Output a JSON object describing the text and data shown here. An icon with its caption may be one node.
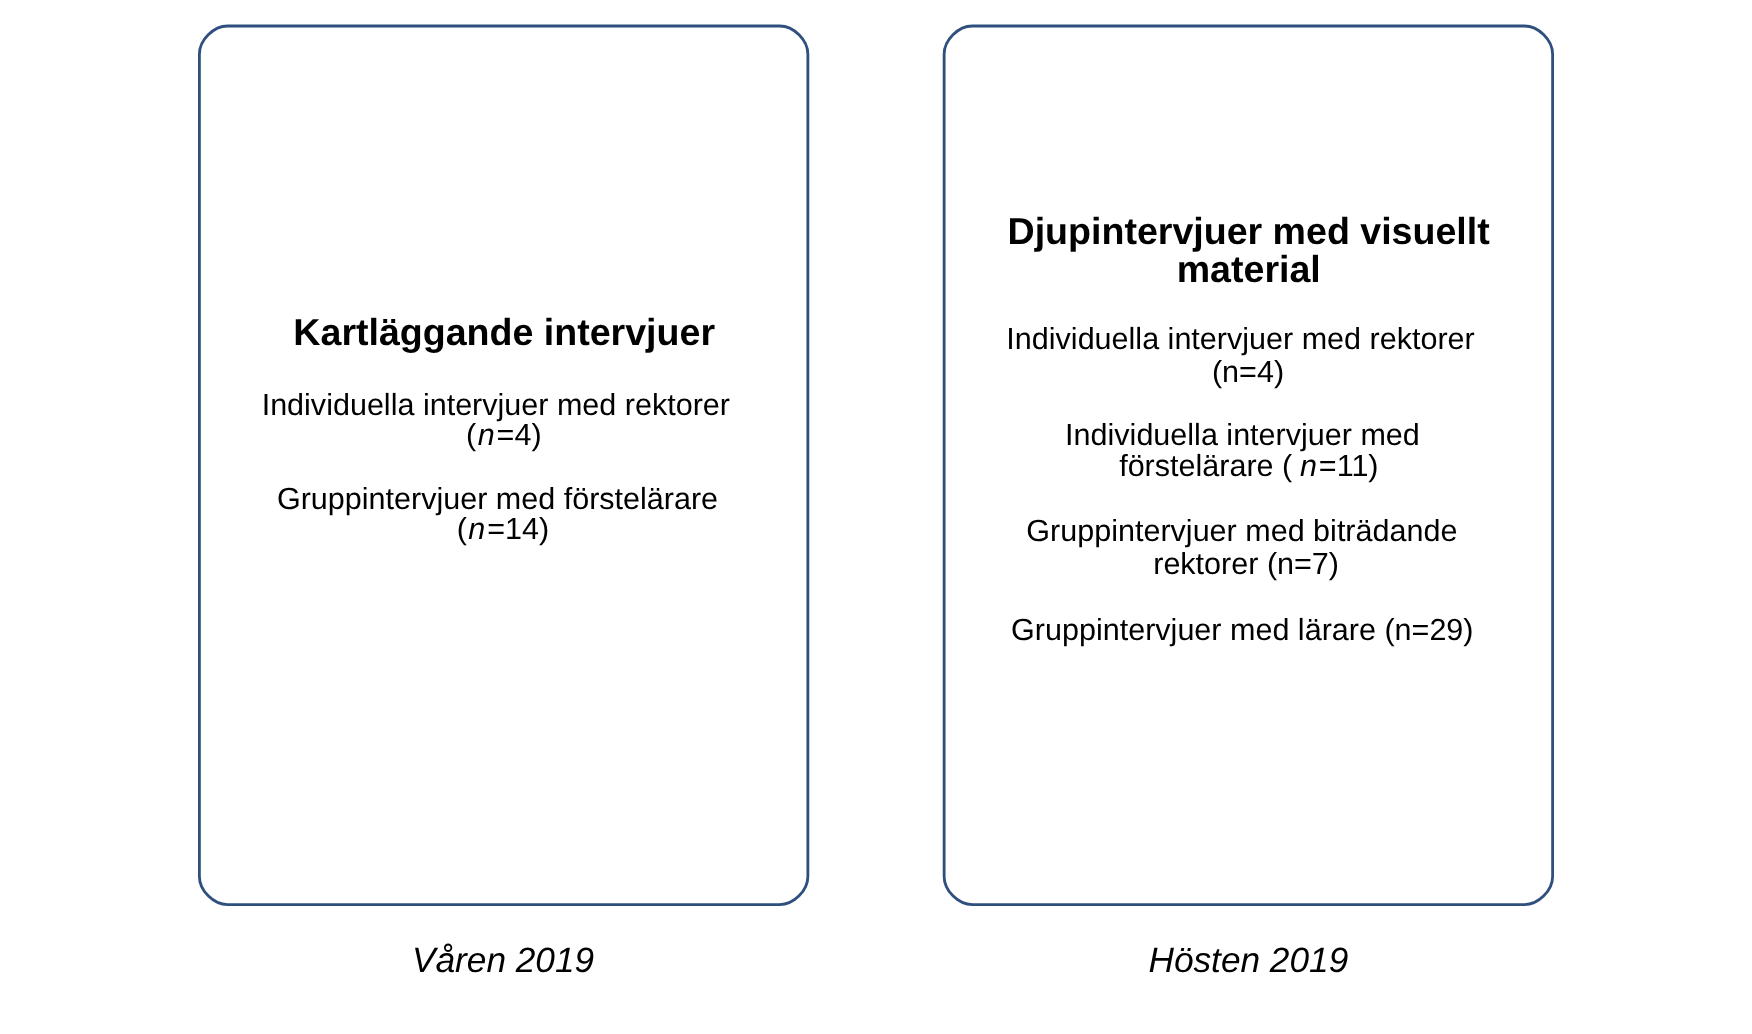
{
  "diagram": {
    "nodes": [
      {
        "text": [
          "Kartläggande intervjuer",
          "Individuella intervjuer med rektorer (*n*=4)",
          "Gruppintervjuer med förstelärare (*n*=14)"
        ],
        "beside": [
          "Våren 2019"
        ]
      },
      {
        "text": [
          "Djupintervjuer med visuellt material",
          "Individuella intervjuer med rektorer (n=4)",
          "Individuella intervjuer med förstelärare (*n*=11)",
          "Gruppintervjuer med biträdande rektorer (n=7)",
          "Gruppintervjuer med lärare (n=29)"
        ],
        "beside": [
          "Hösten 2019"
        ]
      }
    ],
    "edges": []
  }
}
